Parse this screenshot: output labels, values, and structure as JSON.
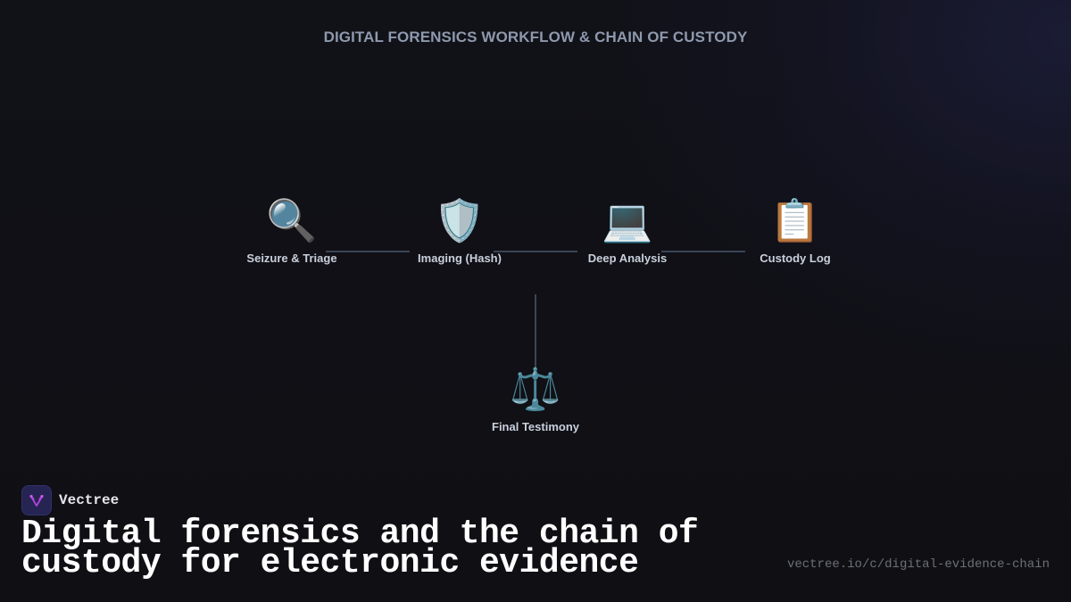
{
  "diagram": {
    "title": "DIGITAL FORENSICS WORKFLOW & CHAIN OF CUSTODY",
    "nodes": [
      {
        "id": "seizure",
        "label": "Seizure & Triage",
        "icon": "🔍",
        "icon_name": "magnifying-glass-icon"
      },
      {
        "id": "imaging",
        "label": "Imaging (Hash)",
        "icon": "🛡️",
        "icon_name": "shield-icon"
      },
      {
        "id": "analysis",
        "label": "Deep Analysis",
        "icon": "💻",
        "icon_name": "laptop-icon"
      },
      {
        "id": "custody",
        "label": "Custody Log",
        "icon": "📋",
        "icon_name": "clipboard-icon"
      },
      {
        "id": "testimony",
        "label": "Final Testimony",
        "icon": "⚖️",
        "icon_name": "scales-of-justice-icon"
      }
    ],
    "edges": [
      {
        "from": "seizure",
        "to": "imaging"
      },
      {
        "from": "imaging",
        "to": "analysis"
      },
      {
        "from": "analysis",
        "to": "custody"
      },
      {
        "from": "imaging-analysis-midpoint",
        "to": "testimony"
      }
    ],
    "colors": {
      "background": "#101016",
      "title": "#8e99ad",
      "label": "#c9d0dc",
      "connector": "#3a4556"
    }
  },
  "footer": {
    "brand_name": "Vectree",
    "headline_line1": "Digital forensics and the chain of",
    "headline_line2": "custody for electronic evidence",
    "url": "vectree.io/c/digital-evidence-chain",
    "brand_color": "#262452",
    "brand_accent": "#b043d8"
  }
}
